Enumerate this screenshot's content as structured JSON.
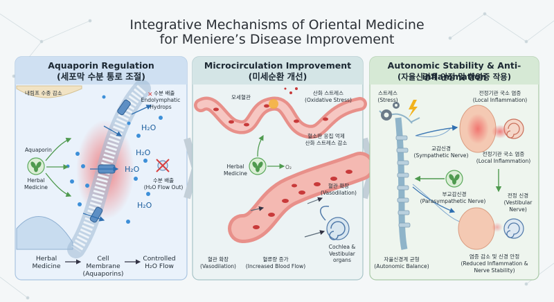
{
  "title": {
    "line1": "Integrative Mechanisms of Oriental Medicine",
    "line2": "for Meniere’s Disease Improvement"
  },
  "panels": {
    "aquaporin": {
      "header_en": "Aquaporin Regulation",
      "header_ko": "(세포막 수분 통로 조절)",
      "labels": {
        "reduce_endolymph": "내림프 수종 감소",
        "water_discharge_ko": "수분 배출",
        "endolymphatic_hydrops": "Endolymphatic Hydrops",
        "aquaporin": "Aquaporin",
        "herbal_medicine": "Herbal Medicine",
        "water_flow_out_ko": "수분 배출",
        "water_flow_out_en": "(H₂O Flow Out)",
        "h2o": "H₂O"
      },
      "flow": {
        "herbal": "Herbal Medicine",
        "membrane": "Cell Membrane (Aquaporins)",
        "controlled": "Controlled H₂O Flow"
      }
    },
    "microcirculation": {
      "header_en": "Microcirculation Improvement",
      "header_ko": "(미세순환 개선)",
      "labels": {
        "capillary": "모세혈관",
        "oxidative_ko": "산화 스트레스",
        "oxidative_en": "(Oxidative Stress)",
        "platelet_ko1": "혈소판 응집 억제",
        "platelet_ko2": "산화 스트레스 감소",
        "herbal_medicine": "Herbal Medicine",
        "vasodilation_ko": "혈관 확장",
        "vasodilation_en": "(Vasodilation)",
        "vasodilation2_ko": "혈관 확장",
        "vasodilation2_en": "(Vasodilation)",
        "bloodflow_ko": "혈류량 증가",
        "bloodflow_en": "(Increased Blood Flow)",
        "cochlea": "Cochlea & Vestibular organs",
        "o2": "O₂"
      }
    },
    "autonomic": {
      "header_en": "Autonomic Stability & Anti-inflammation",
      "header_ko": "(자율신경계 안정 및 항염증 작용)",
      "labels": {
        "stress_ko": "스트레스",
        "stress_en": "(Stress)",
        "inflam1_ko": "전정기관 국소 염증",
        "inflam1_en": "(Local Inflammation)",
        "sympathetic_ko": "교감신경",
        "sympathetic_en": "(Sympathetic Nerve)",
        "inflam2_ko": "전정기관 국소 염증",
        "inflam2_en": "(Local Inflammation)",
        "parasym_ko": "부교감신경",
        "parasym_en": "(Parasympathetic Nerve)",
        "vestibular_ko": "전정 신경",
        "vestibular_en": "(Vestibular Nerve)",
        "balance_ko": "자율신경계 균형",
        "balance_en": "(Autonomic Balance)",
        "reduced_ko": "염증 감소 및 신경 안정",
        "reduced_en": "(Reduced Inflammation & Nerve Stability)"
      }
    }
  },
  "colors": {
    "panel1_bg": "#eaf2fb",
    "panel2_bg": "#ecf3f4",
    "panel3_bg": "#eef5ee",
    "header1": "#cfe0f2",
    "header2": "#d4e5e6",
    "header3": "#d6e9d5",
    "vessel": "#e8908a",
    "blood": "#c83a3a",
    "herbal_green": "#5aa85a",
    "water_blue": "#2f7fc8"
  },
  "icons": [
    "leaf-icon",
    "gear-icon",
    "lightning-icon",
    "ear-icon",
    "cochlea-icon",
    "cross-icon"
  ]
}
